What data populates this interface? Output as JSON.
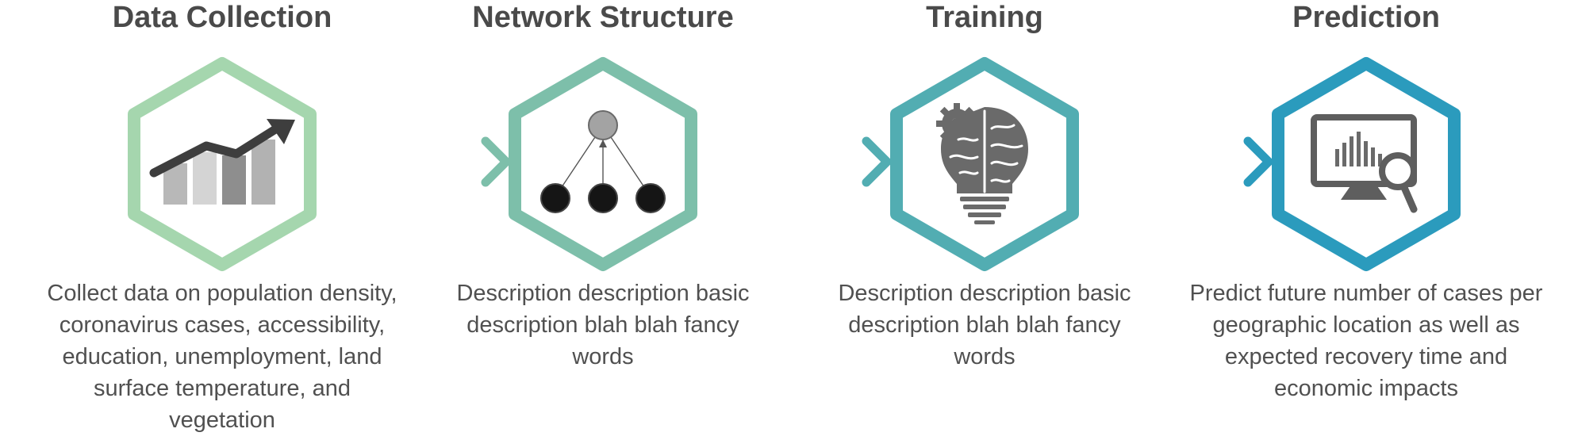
{
  "steps": [
    {
      "id": "data-collection",
      "title": "Data Collection",
      "description": "Collect data on population density, coronavirus cases, accessibility, education, unemployment, land surface temperature, and vegetation",
      "icon": "bar-chart-trend-icon",
      "color": "#a5d6ae"
    },
    {
      "id": "network-structure",
      "title": "Network Structure",
      "description": "Description description basic description blah blah fancy words",
      "icon": "network-tree-icon",
      "color": "#7dbfaa"
    },
    {
      "id": "training",
      "title": "Training",
      "description": "Description description basic description blah blah fancy words",
      "icon": "brain-lightbulb-icon",
      "color": "#52adb2"
    },
    {
      "id": "prediction",
      "title": "Prediction",
      "description": "Predict future number of cases per geographic location as well as expected recovery time and economic impacts",
      "icon": "monitor-analytics-icon",
      "color": "#2b9bbd"
    }
  ],
  "connector_colors": [
    "#a5d6ae",
    "#6fb8a9",
    "#49a7b6"
  ]
}
